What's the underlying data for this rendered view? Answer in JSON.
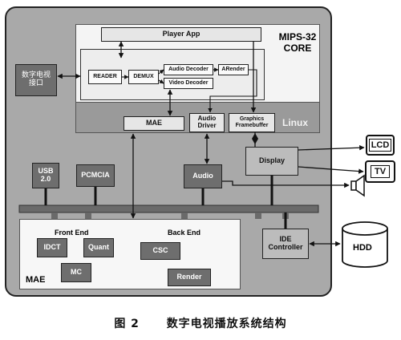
{
  "diagram": {
    "player_app": "Player  App",
    "core_label": "MIPS-32\nCORE",
    "linux": "Linux",
    "reader": "READER",
    "demux": "DEMUX",
    "audio_decoder": "Audio Decoder",
    "video_decoder": "Video Decoder",
    "arender": "ARender",
    "mae_top": "MAE",
    "audio_driver": "Audio\nDriver",
    "graphics_framebuffer": "Graphics\nFramebuffer",
    "dtv_interface": "数字电视\n接口",
    "usb": "USB\n2.0",
    "pcmcia": "PCMCIA",
    "audio": "Audio",
    "display": "Display",
    "lcd": "LCD",
    "tv": "TV",
    "hdd": "HDD",
    "ide_controller": "IDE\nController",
    "front_end": "Front End",
    "back_end": "Back End",
    "idct": "IDCT",
    "quant": "Quant",
    "mc": "MC",
    "csc": "CSC",
    "render": "Render",
    "mae_bottom": "MAE"
  },
  "caption": {
    "figure_no": "图 2",
    "title": "数字电视播放系统结构"
  }
}
